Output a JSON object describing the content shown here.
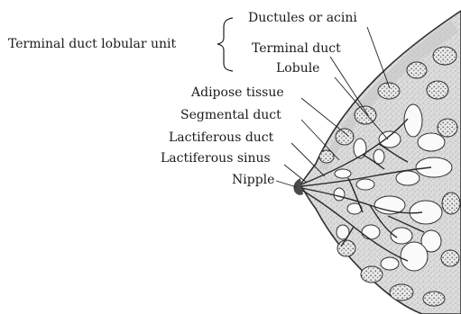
{
  "diagram": {
    "labels": {
      "terminal_duct_lobular_unit": "Terminal duct lobular unit",
      "ductules_or_acini": "Ductules or acini",
      "terminal_duct": "Terminal duct",
      "lobule": "Lobule",
      "adipose_tissue": "Adipose tissue",
      "segmental_duct": "Segmental duct",
      "lactiferous_duct": "Lactiferous duct",
      "lactiferous_sinus": "Lactiferous sinus",
      "nipple": "Nipple"
    }
  }
}
